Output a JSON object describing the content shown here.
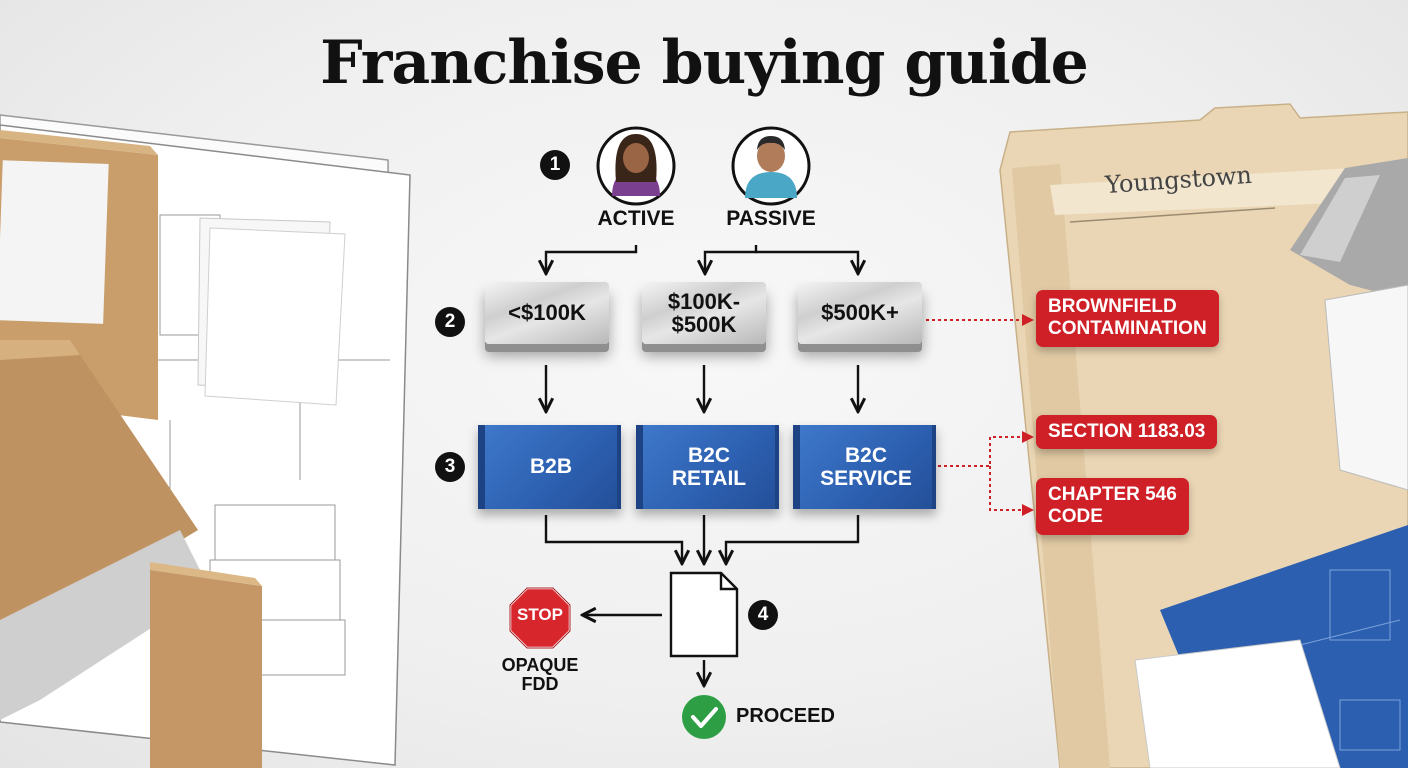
{
  "title": "Franchise buying guide",
  "steps": [
    "1",
    "2",
    "3",
    "4"
  ],
  "investor_types": {
    "active": "ACTIVE",
    "passive": "PASSIVE"
  },
  "investment_tiers": [
    "<$100K",
    "$100K-\n$500K",
    "$500K+"
  ],
  "business_models": [
    "B2B",
    "B2C\nRETAIL",
    "B2C\nSERVICE"
  ],
  "risk_flags": {
    "brownfield": "BROWNFIELD\nCONTAMINATION",
    "section": "SECTION 1183.03",
    "chapter": "CHAPTER 546\nCODE"
  },
  "outcomes": {
    "stop_sign": "STOP",
    "stop_label": "OPAQUE\nFDD",
    "proceed": "PROCEED"
  },
  "folder_label": "Youngstown",
  "colors": {
    "accent_red": "#cf2027",
    "blueprint": "#2c5fb0",
    "proceed_green": "#2e9e44",
    "folder": "#ead6b4"
  }
}
